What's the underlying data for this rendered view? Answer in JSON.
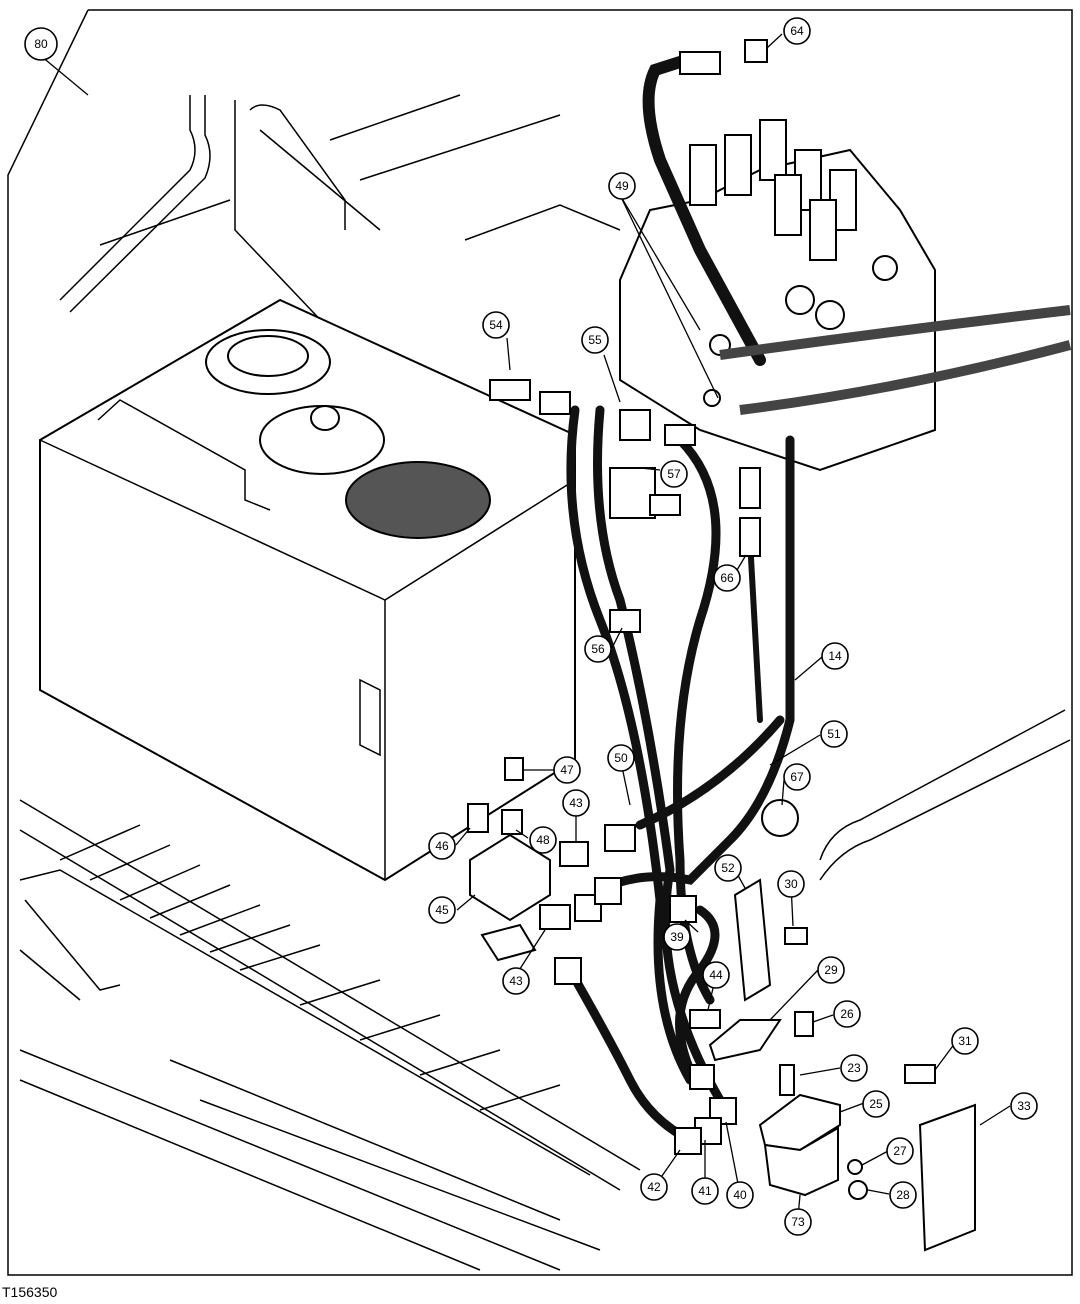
{
  "figure_number": "80",
  "figure_id": "T156350",
  "callouts": [
    "64",
    "49",
    "54",
    "55",
    "57",
    "66",
    "56",
    "14",
    "51",
    "67",
    "50",
    "47",
    "43",
    "48",
    "46",
    "45",
    "52",
    "30",
    "39",
    "29",
    "44",
    "26",
    "43",
    "23",
    "31",
    "25",
    "33",
    "27",
    "28",
    "42",
    "41",
    "40",
    "73"
  ]
}
